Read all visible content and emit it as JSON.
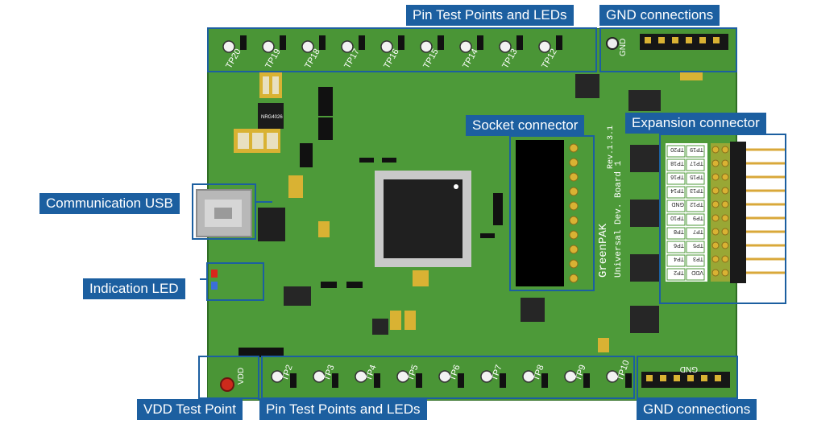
{
  "colors": {
    "pcb": "#4d9a39",
    "pcb_dark": "#3f8430",
    "pad_gold": "#d9b233",
    "label_blue": "#1c5fa0",
    "white": "#ffffff"
  },
  "labels": {
    "pin_test_top": "Pin Test Points and LEDs",
    "gnd_top": "GND connections",
    "socket": "Socket connector",
    "expansion": "Expansion connector",
    "usb": "Communication USB",
    "indication_led": "Indication LED",
    "vdd_tp": "VDD Test Point",
    "pin_test_bottom": "Pin Test Points and LEDs",
    "gnd_bottom": "GND connections"
  },
  "silkscreen": {
    "top_tps": [
      "TP20",
      "TP19",
      "TP18",
      "TP17",
      "TP16",
      "TP15",
      "TP14",
      "TP13",
      "TP12"
    ],
    "bottom_tps": [
      "TP2",
      "TP3",
      "TP4",
      "TP5",
      "TP6",
      "TP7",
      "TP8",
      "TP9",
      "TP10"
    ],
    "gnd": "GND",
    "vdd": "VDD",
    "regulator": "NRG4026",
    "board_name_1": "GreenPAK",
    "board_name_2": "Universal Dev. Board 1",
    "revision": "Rev.1.3.1",
    "exp_left": [
      "TP20",
      "TP18",
      "TP16",
      "TP14",
      "GND",
      "TP10",
      "TP8",
      "TP6",
      "TP4",
      "TP2"
    ],
    "exp_right": [
      "TP19",
      "TP17",
      "TP15",
      "TP13",
      "TP12",
      "TP9",
      "TP7",
      "TP5",
      "TP3",
      "VDD"
    ]
  }
}
